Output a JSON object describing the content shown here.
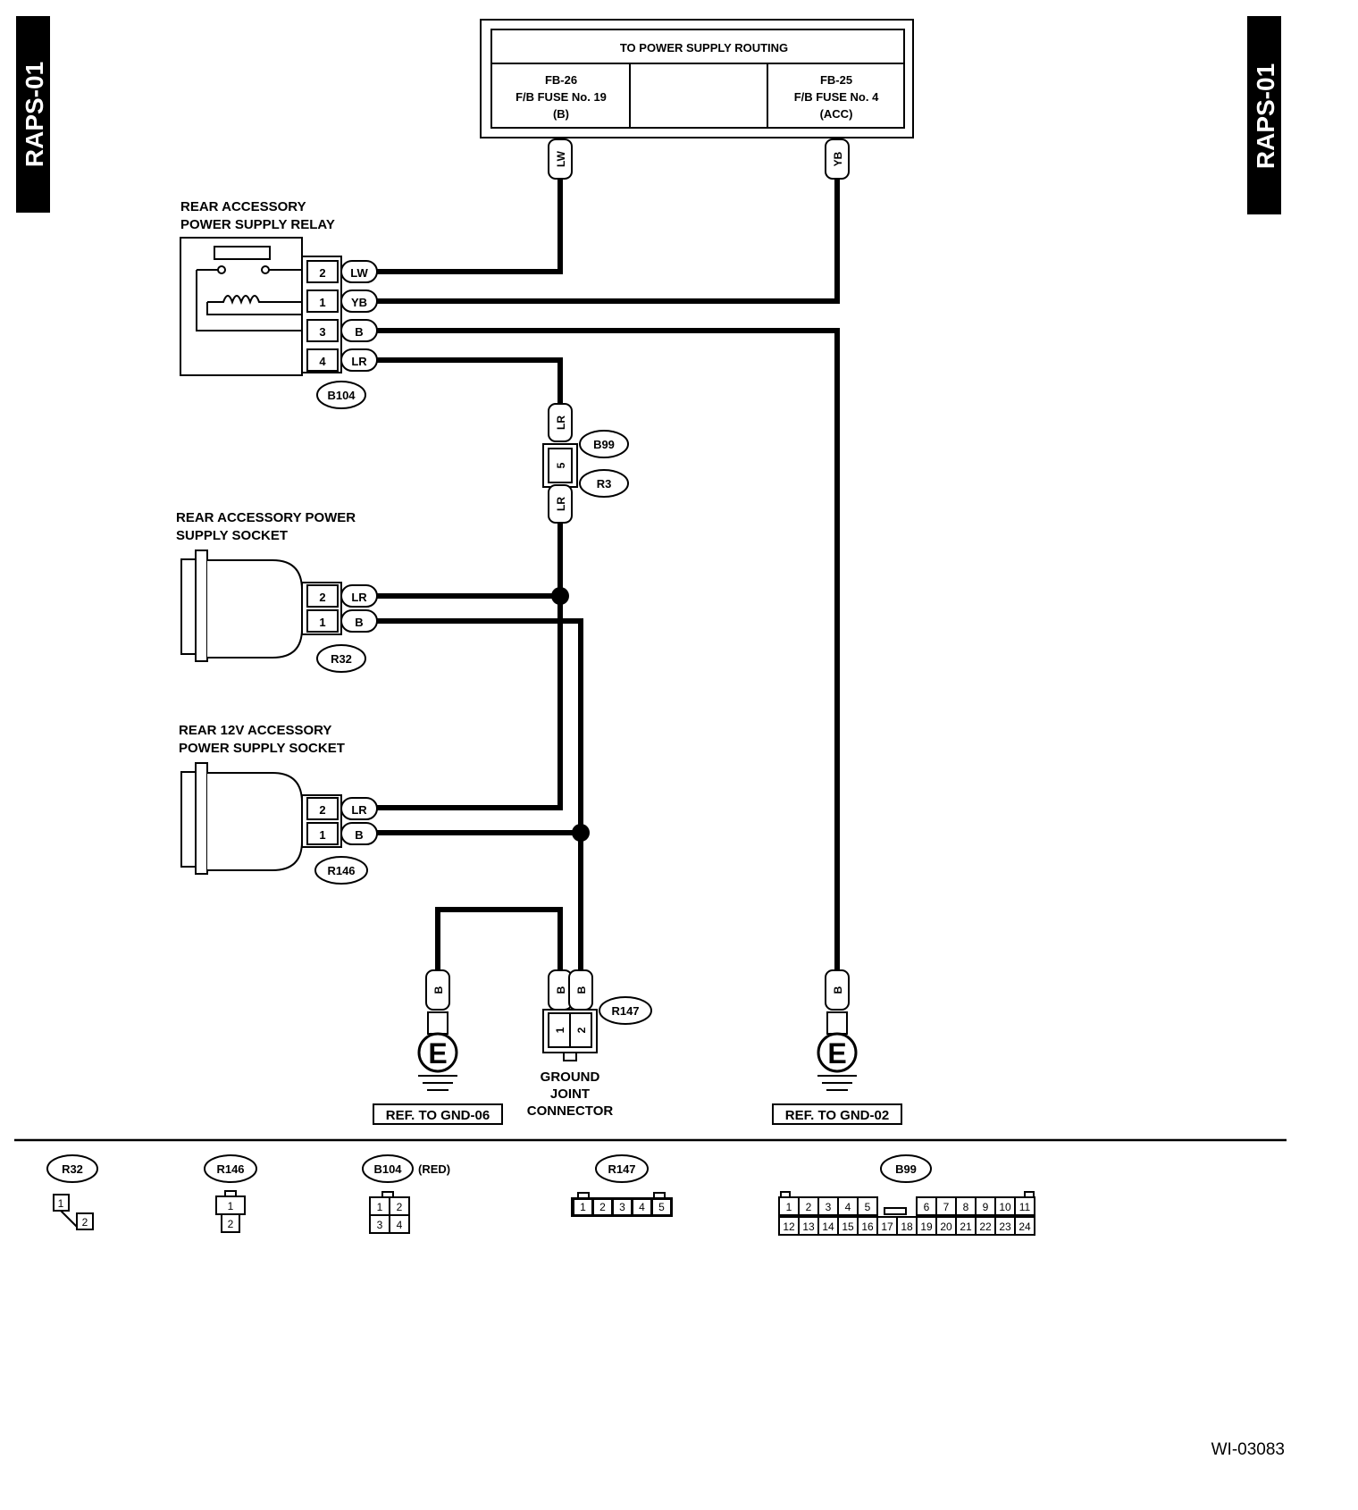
{
  "tabs": {
    "left": "RAPS-01",
    "right": "RAPS-01"
  },
  "power_box": {
    "title": "TO POWER SUPPLY ROUTING",
    "left": [
      "FB-26",
      "F/B FUSE No. 19",
      "(B)"
    ],
    "right": [
      "FB-25",
      "F/B FUSE No. 4",
      "(ACC)"
    ]
  },
  "relay": {
    "title": [
      "REAR ACCESSORY",
      "POWER SUPPLY RELAY"
    ],
    "connector": "B104",
    "pins": [
      {
        "pin": "2",
        "wire": "LW"
      },
      {
        "pin": "1",
        "wire": "YB"
      },
      {
        "pin": "3",
        "wire": "B"
      },
      {
        "pin": "4",
        "wire": "LR"
      }
    ]
  },
  "wire_tags": {
    "fb26": "LW",
    "fb25": "YB",
    "b99_top": "LR",
    "b99_pin": "5",
    "b99_bottom": "LR",
    "gnd06": "B",
    "r147_1": "B",
    "r147_2": "B",
    "gnd02": "B"
  },
  "joint": {
    "upper": "B99",
    "lower": "R3"
  },
  "socket1": {
    "title": [
      "REAR ACCESSORY POWER",
      "SUPPLY SOCKET"
    ],
    "connector": "R32",
    "pins": [
      {
        "pin": "2",
        "wire": "LR"
      },
      {
        "pin": "1",
        "wire": "B"
      }
    ]
  },
  "socket2": {
    "title": [
      "REAR 12V ACCESSORY",
      "POWER SUPPLY SOCKET"
    ],
    "connector": "R146",
    "pins": [
      {
        "pin": "2",
        "wire": "LR"
      },
      {
        "pin": "1",
        "wire": "B"
      }
    ]
  },
  "ground_joint": {
    "connector": "R147",
    "pins": [
      "1",
      "2"
    ],
    "label": [
      "GROUND",
      "JOINT",
      "CONNECTOR"
    ]
  },
  "grounds": {
    "symbol": "E",
    "left_ref": "REF. TO GND-06",
    "right_ref": "REF. TO GND-02"
  },
  "connector_views": {
    "r32": {
      "name": "R32",
      "pins": [
        "1",
        "2"
      ]
    },
    "r146": {
      "name": "R146",
      "pins": [
        "1",
        "2"
      ]
    },
    "b104": {
      "name": "B104",
      "note": "(RED)",
      "pins": [
        "1",
        "2",
        "3",
        "4"
      ]
    },
    "r147": {
      "name": "R147",
      "pins": [
        "1",
        "2",
        "3",
        "4",
        "5"
      ]
    },
    "b99": {
      "name": "B99",
      "row1": [
        "1",
        "2",
        "3",
        "4",
        "5",
        "6",
        "7",
        "8",
        "9",
        "10",
        "11"
      ],
      "row2": [
        "12",
        "13",
        "14",
        "15",
        "16",
        "17",
        "18",
        "19",
        "20",
        "21",
        "22",
        "23",
        "24"
      ]
    }
  },
  "figure_id": "WI-03083"
}
